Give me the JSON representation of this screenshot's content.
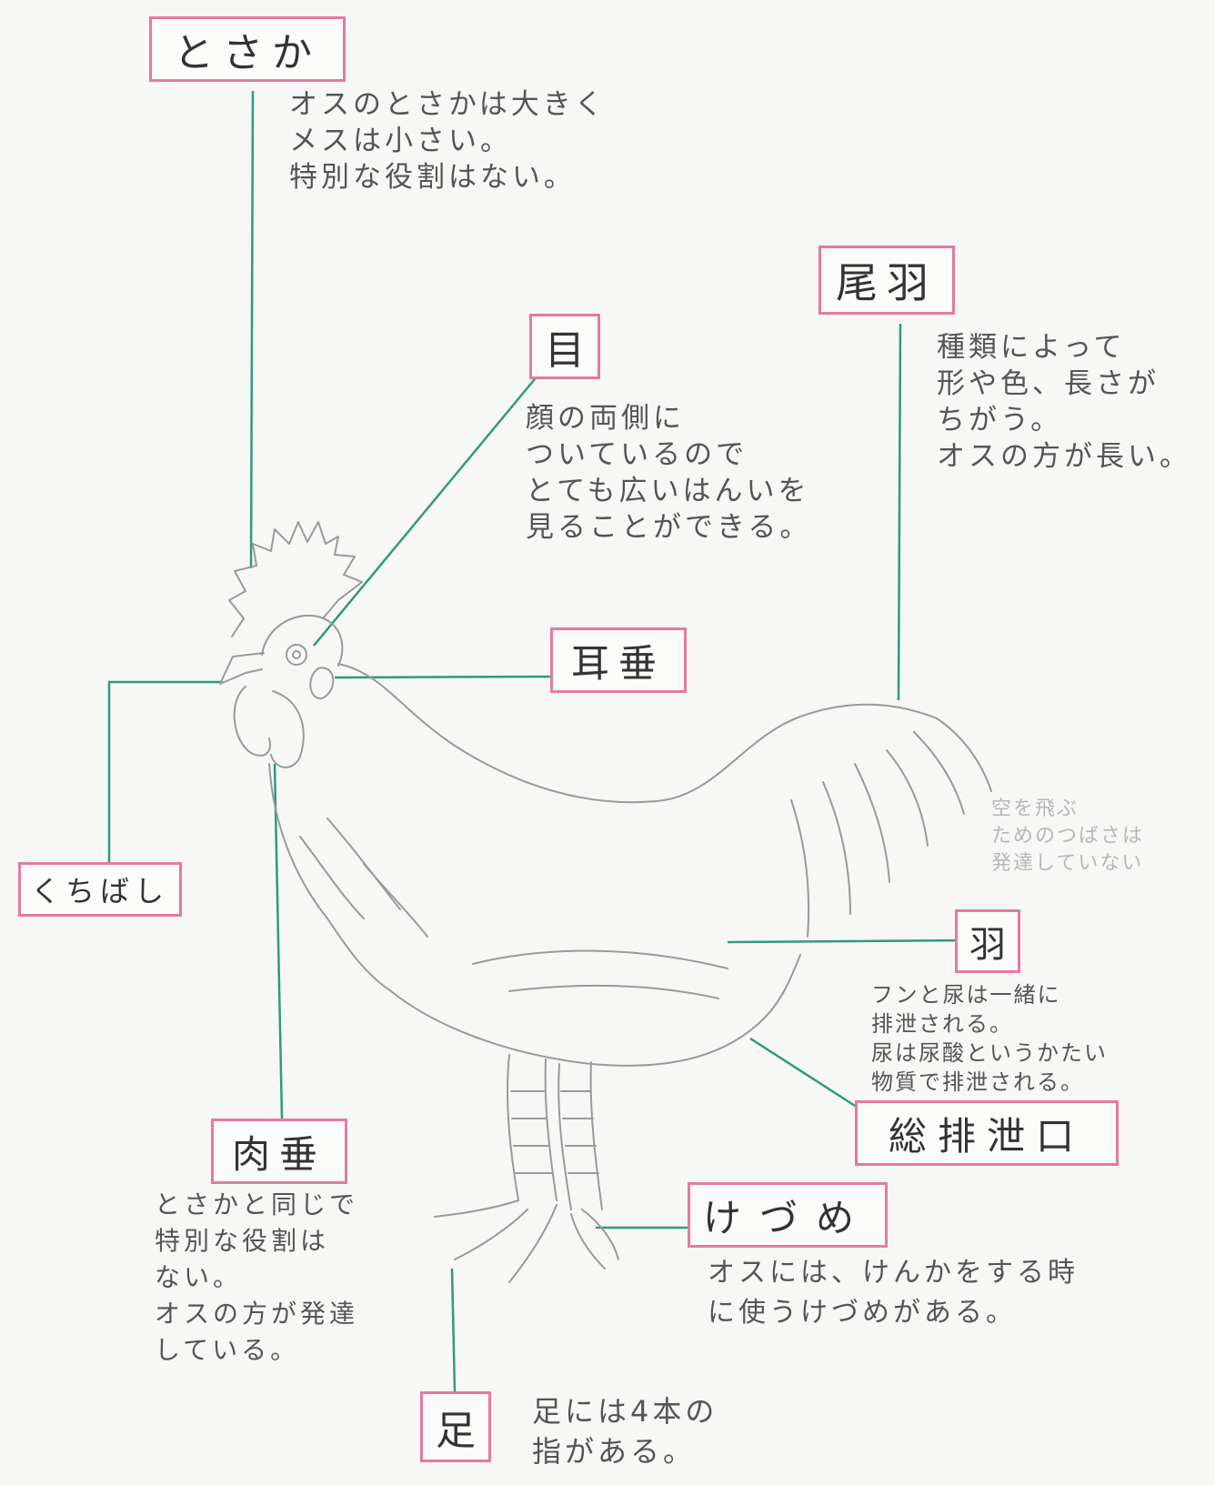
{
  "labels": {
    "tosaka": "とさか",
    "me": "目",
    "obane": "尾羽",
    "jisui": "耳垂",
    "kuchibashi": "くちばし",
    "hane": "羽",
    "sohaisetsuko": "総排泄口",
    "nikusui": "肉垂",
    "kezume": "けづめ",
    "ashi": "足"
  },
  "notes": {
    "tosaka": [
      "オスのとさかは大きく",
      "メスは小さい。",
      "特別な役割はない。"
    ],
    "me": [
      "顔の両側に",
      "ついているので",
      "とても広いはんいを",
      "見ることができる。"
    ],
    "obane": [
      "種類によって",
      "形や色、長さが",
      "ちがう。",
      "オスの方が長い。"
    ],
    "tsubasa": [
      "空を飛ぶ",
      "ためのつばさは",
      "発達していない"
    ],
    "sohaisetsuko": [
      "フンと尿は一緒に",
      "排泄される。",
      "尿は尿酸というかたい",
      "物質で排泄される。"
    ],
    "nikusui": [
      "とさかと同じで",
      "特別な役割は",
      "ない。",
      "オスの方が発達",
      "している。"
    ],
    "kezume": [
      "オスには、けんかをする時",
      "に使うけづめがある。"
    ],
    "ashi": [
      "足には4本の",
      "指がある。"
    ]
  },
  "colors": {
    "label_border": "#e47aa0",
    "leader_line": "#2f9a80",
    "pencil": "#9a9a9a"
  }
}
